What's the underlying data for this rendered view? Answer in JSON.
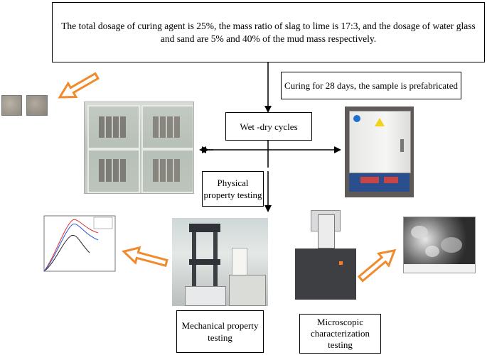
{
  "boxes": {
    "dosage": "The total dosage of curing agent is 25%, the mass ratio of slag to lime is 17:3, and the dosage of water glass and sand are 5% and 40% of the mud mass respectively.",
    "curing": "Curing for 28 days, the sample is prefabricated",
    "wetdry": "Wet -dry cycles",
    "physical_line1": "Physical",
    "physical_line2": "property testing",
    "mechanical_line1": "Mechanical property",
    "mechanical_line2": "testing",
    "micro_line1": "Microscopic",
    "micro_line2": "characterization",
    "micro_line3": "testing"
  },
  "colors": {
    "hollow_arrow": "#f08a2c",
    "line": "#000000"
  }
}
